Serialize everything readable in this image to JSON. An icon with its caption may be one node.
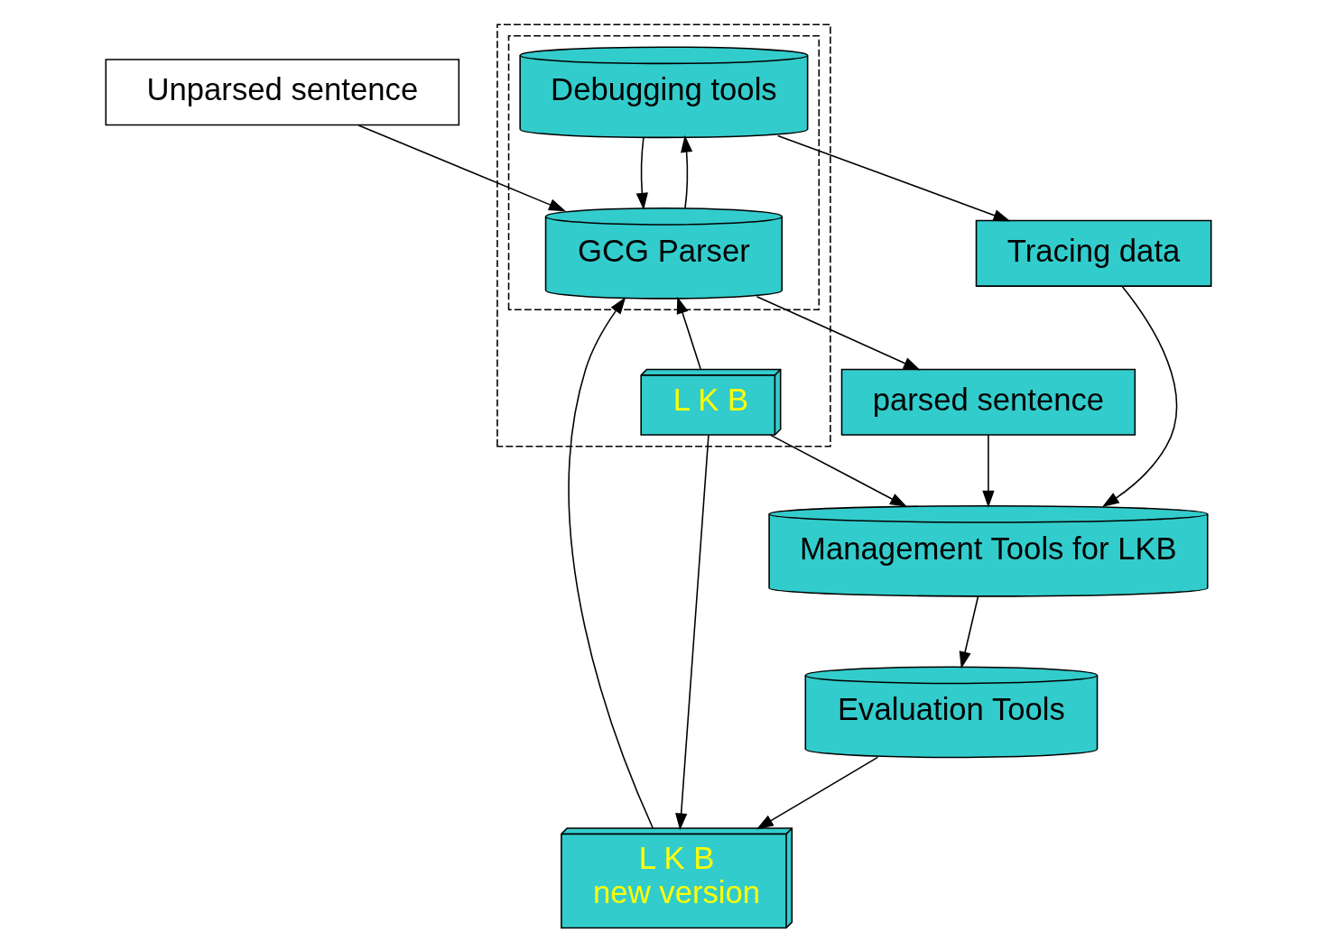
{
  "diagram": {
    "nodes": [
      {
        "text": [],
        "shape": "box"
      },
      {
        "text": [],
        "shape": "box",
        "in": 0
      },
      {
        "text": [
          "Debugging tools"
        ],
        "in": 1
      },
      {
        "text": [
          "GCG Parser"
        ],
        "in": 1
      },
      {
        "text": [
          "L K B"
        ],
        "in": 0
      },
      {
        "text": [
          "Unparsed sentence"
        ]
      },
      {
        "text": [
          "Tracing data"
        ]
      },
      {
        "text": [
          "parsed sentence"
        ]
      },
      {
        "text": [
          "Management Tools for LKB"
        ]
      },
      {
        "text": [
          "L K B",
          "new version"
        ]
      },
      {
        "text": [
          "Evaluation Tools"
        ]
      }
    ],
    "edges": [
      {
        "from": 5,
        "to": 3,
        "arrow": "to"
      },
      {
        "from": 3,
        "to": 2,
        "arrow": "to"
      },
      {
        "from": 2,
        "to": 3,
        "arrow": "to"
      },
      {
        "from": 2,
        "to": 6,
        "arrow": "to"
      },
      {
        "from": 3,
        "to": 7,
        "arrow": "to"
      },
      {
        "from": 4,
        "to": 3,
        "arrow": "to"
      },
      {
        "from": 9,
        "to": 3,
        "arrow": "to"
      },
      {
        "from": 4,
        "to": 8,
        "arrow": "to"
      },
      {
        "from": 7,
        "to": 8,
        "arrow": "to"
      },
      {
        "from": 6,
        "to": 8,
        "arrow": "to"
      },
      {
        "from": 4,
        "to": 9,
        "arrow": "to"
      },
      {
        "from": 8,
        "to": 10,
        "arrow": "to"
      },
      {
        "from": 10,
        "to": 9,
        "arrow": "to"
      }
    ]
  }
}
